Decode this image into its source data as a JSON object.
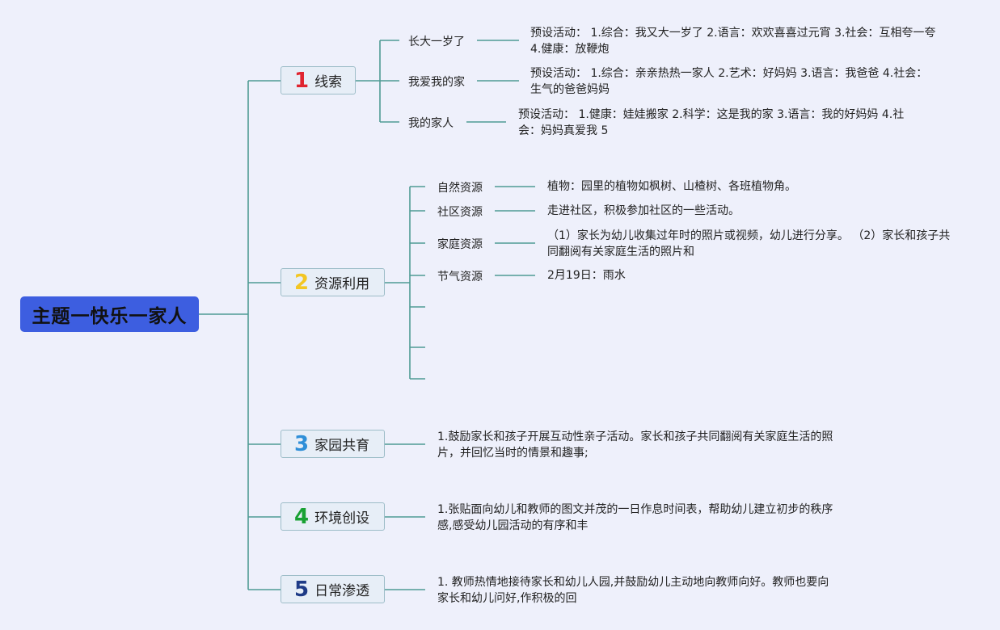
{
  "root": {
    "title": "主题一快乐一家人"
  },
  "branches": [
    {
      "num": "1",
      "label": "线索"
    },
    {
      "num": "2",
      "label": "资源利用"
    },
    {
      "num": "3",
      "label": "家园共育"
    },
    {
      "num": "4",
      "label": "环境创设"
    },
    {
      "num": "5",
      "label": "日常渗透"
    }
  ],
  "clues": [
    {
      "label": "长大一岁了",
      "text": "预设活动： 1.综合：我又大一岁了 2.语言：欢欢喜喜过元宵 3.社会：互相夸一夸 4.健康：放鞭炮"
    },
    {
      "label": "我爱我的家",
      "text": "预设活动： 1.综合：亲亲热热一家人 2.艺术：好妈妈 3.语言：我爸爸 4.社会：生气的爸爸妈妈"
    },
    {
      "label": "我的家人",
      "text": "预设活动： 1.健康：娃娃搬家 2.科学：这是我的家 3.语言：我的好妈妈 4.社会：妈妈真爱我 5"
    }
  ],
  "resources": [
    {
      "label": "自然资源",
      "text": "植物：园里的植物如枫树、山楂树、各班植物角。"
    },
    {
      "label": "社区资源",
      "text": "走进社区，积极参加社区的一些活动。"
    },
    {
      "label": "家庭资源",
      "text": "（1）家长为幼儿收集过年时的照片或视频，幼儿进行分享。 （2）家长和孩子共同翻阅有关家庭生活的照片和"
    },
    {
      "label": "节气资源",
      "text": "2月19日：雨水"
    }
  ],
  "home_school": "1.鼓励家长和孩子开展互动性亲子活动。家长和孩子共同翻阅有关家庭生活的照片，并回忆当时的情景和趣事;",
  "environment": "1.张贴面向幼儿和教师的图文并茂的一日作息时间表，帮助幼儿建立初步的秩序感,感受幼儿园活动的有序和丰",
  "daily": "1. 教师热情地接待家长和幼儿人园,并鼓励幼儿主动地向教师向好。教师也要向家长和幼儿问好,作积极的回",
  "colors": {
    "line": "#4f9b94",
    "root": "#3d5ee0",
    "branch_bg": "#e7eef7",
    "branch_border": "#9dbdc8"
  }
}
